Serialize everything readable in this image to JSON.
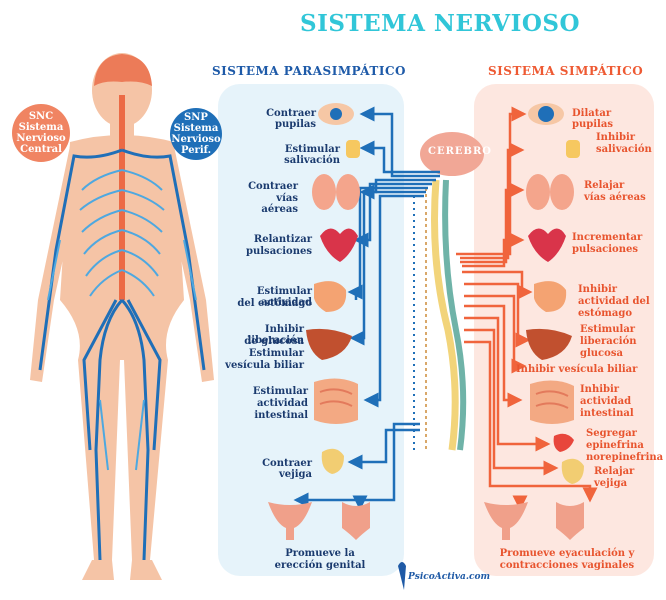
{
  "title": "SISTEMA NERVIOSO",
  "sections": {
    "parasympathetic": "SISTEMA PARASIMPÁTICO",
    "sympathetic": "SISTEMA SIMPÁTICO"
  },
  "badges": {
    "snc": "SNC\nSistema\nNervioso\nCentral",
    "snp": "SNP\nSistema\nNervioso\nPerif."
  },
  "brain_label": "CEREBRO",
  "parasympathetic_labels": {
    "pupils": "Contraer pupilas",
    "saliva": "Estimular salivación",
    "airways_1": "Contraer",
    "airways_2": "vías aéreas",
    "heart_1": "Relantizar",
    "heart_2": "pulsaciones",
    "stomach_1": "Estimular actividad",
    "stomach_2": "del estómago",
    "liver_1": "Inhibir liberación",
    "liver_2": "de glucosa",
    "liver_3": "Estimular",
    "liver_4": "vesícula biliar",
    "intestine_1": "Estimular",
    "intestine_2": "actividad",
    "intestine_3": "intestinal",
    "bladder": "Contraer vejiga",
    "genital_1": "Promueve la",
    "genital_2": "erección genital"
  },
  "sympathetic_labels": {
    "pupils": "Dilatar pupilas",
    "saliva_1": "Inhibir",
    "saliva_2": "salivación",
    "airways_1": "Relajar",
    "airways_2": "vías aéreas",
    "heart_1": "Incrementar",
    "heart_2": "pulsaciones",
    "stomach_1": "Inhibir",
    "stomach_2": "actividad del",
    "stomach_3": "estómago",
    "liver_1": "Estimular",
    "liver_2": "liberación",
    "liver_3": "glucosa",
    "gallbladder": "Inhibir vesícula biliar",
    "intestine_1": "Inhibir",
    "intestine_2": "actividad",
    "intestine_3": "intestinal",
    "adrenal_1": "Segregar",
    "adrenal_2": "epinefrina",
    "adrenal_3": "norepinefrina",
    "bladder_1": "Relajar",
    "bladder_2": "vejiga",
    "genital_1": "Promueve eyaculación y",
    "genital_2": "contracciones vaginales"
  },
  "logo_text": "PsicoActiva.com",
  "colors": {
    "title": "#31c6d8",
    "parasympathetic": "#1e5aa8",
    "sympathetic": "#ee5a33",
    "para_panel": "#e6f3fa",
    "simp_panel": "#fde7e0",
    "nerve_blue": "#1f6fb8",
    "nerve_orange": "#f0643c"
  }
}
